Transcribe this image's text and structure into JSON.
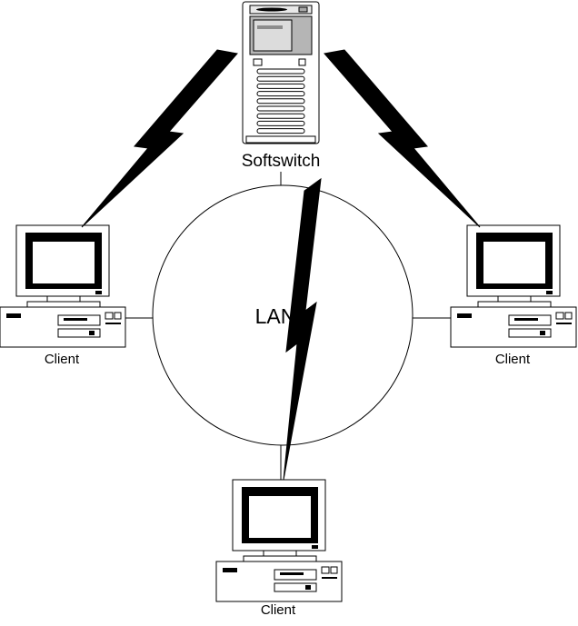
{
  "diagram": {
    "type": "network-topology",
    "nodes": {
      "softswitch": {
        "label": "Softswitch",
        "icon": "tower-server-icon"
      },
      "lan": {
        "label": "LAN",
        "icon": "lan-circle"
      },
      "client_left": {
        "label": "Client",
        "icon": "desktop-pc-icon"
      },
      "client_right": {
        "label": "Client",
        "icon": "desktop-pc-icon"
      },
      "client_bottom": {
        "label": "Client",
        "icon": "desktop-pc-icon"
      }
    },
    "edges": [
      {
        "from": "softswitch",
        "to": "client_left",
        "style": "lightning-bolt"
      },
      {
        "from": "softswitch",
        "to": "client_right",
        "style": "lightning-bolt"
      },
      {
        "from": "softswitch",
        "to": "client_bottom",
        "style": "lightning-bolt"
      },
      {
        "from": "softswitch",
        "to": "lan",
        "style": "line"
      },
      {
        "from": "client_left",
        "to": "lan",
        "style": "line"
      },
      {
        "from": "client_right",
        "to": "lan",
        "style": "line"
      },
      {
        "from": "client_bottom",
        "to": "lan",
        "style": "line"
      }
    ],
    "colors": {
      "line": "#000000",
      "bolt": "#000000",
      "background": "#ffffff",
      "server_panel": "#b5b5b5",
      "server_bay": "#dcdcdc"
    }
  }
}
